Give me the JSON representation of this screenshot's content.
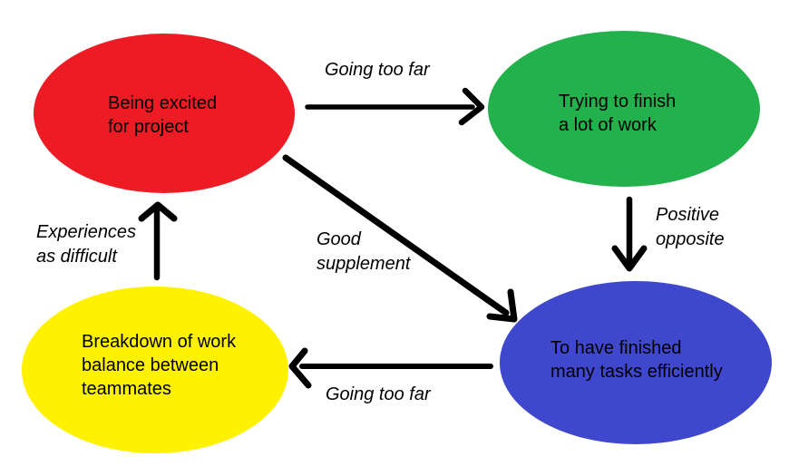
{
  "diagram": {
    "background_color": "#ffffff",
    "arrow_color": "#000000",
    "text_color": "#000000",
    "nodes": {
      "excited": {
        "label": "Being excited\nfor project",
        "color": "#ed1c24"
      },
      "trying": {
        "label": "Trying to finish\na lot of work",
        "color": "#22b14c"
      },
      "finished": {
        "label": "To have finished\nmany tasks efficiently",
        "color": "#3f48cc"
      },
      "breakdown": {
        "label": "Breakdown of work\nbalance between\nteammates",
        "color": "#fff200"
      }
    },
    "edges": {
      "excited_to_trying": {
        "from": "excited",
        "to": "trying",
        "label": "Going too far"
      },
      "trying_to_finished": {
        "from": "trying",
        "to": "finished",
        "label": "Positive\nopposite"
      },
      "excited_to_finished": {
        "from": "excited",
        "to": "finished",
        "label": "Good\nsupplement"
      },
      "finished_to_breakdown": {
        "from": "finished",
        "to": "breakdown",
        "label": "Going too far"
      },
      "breakdown_to_excited": {
        "from": "breakdown",
        "to": "excited",
        "label": "Experiences\nas difficult"
      }
    }
  }
}
